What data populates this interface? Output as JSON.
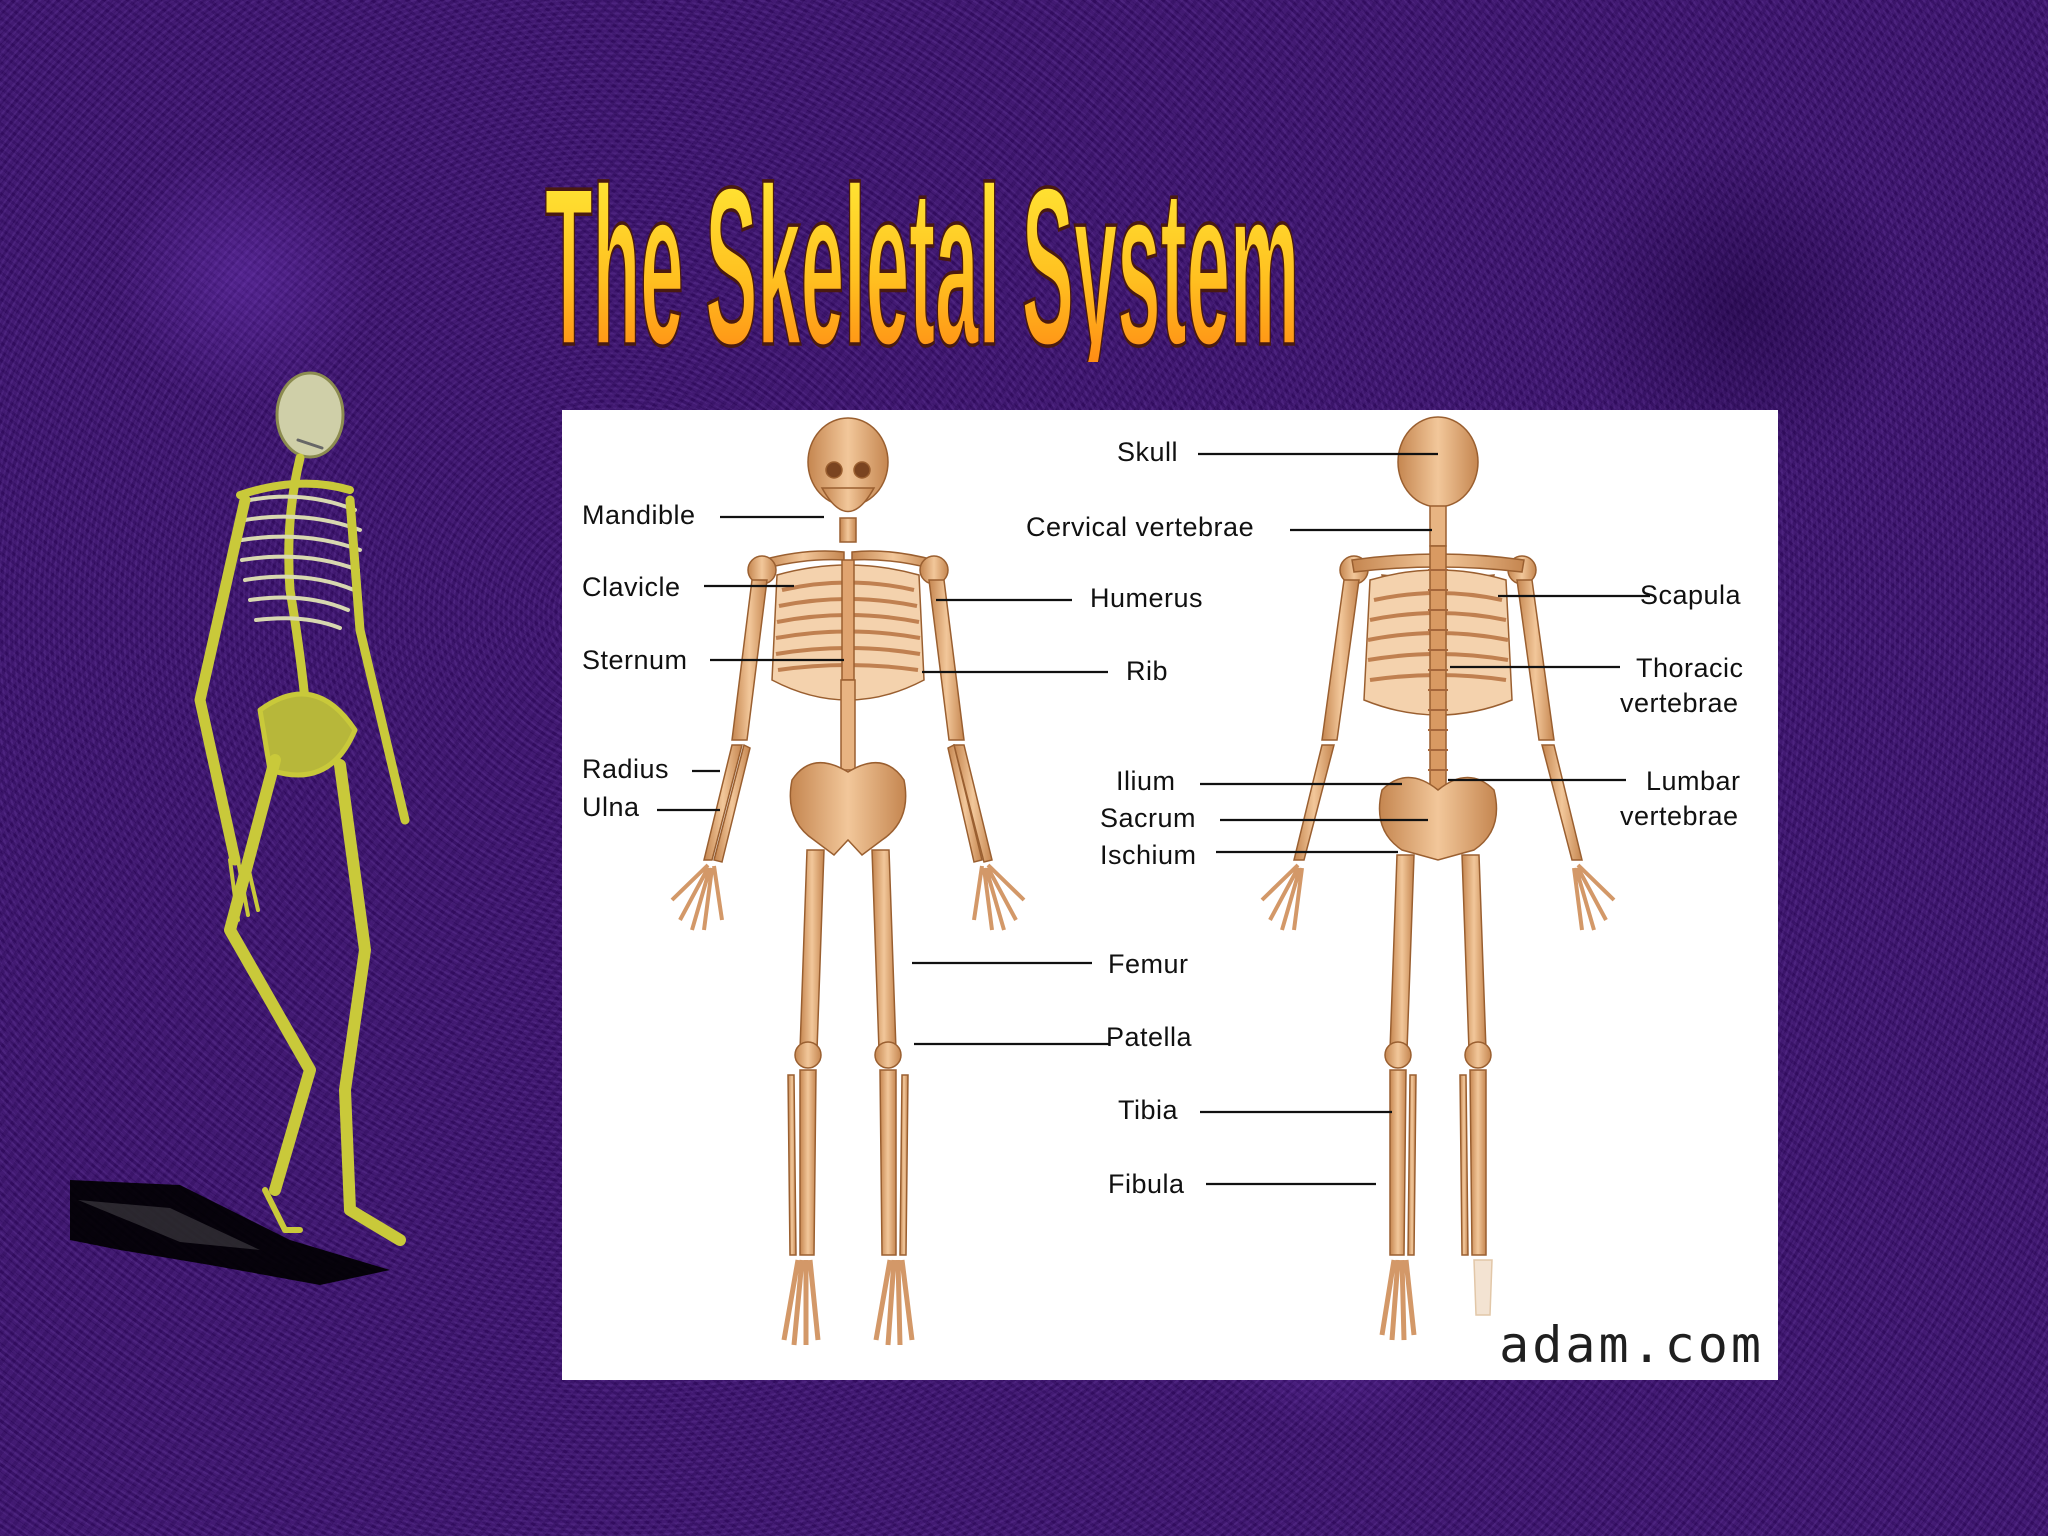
{
  "title": "The Skeletal System",
  "diagram": {
    "labels": {
      "mandible": "Mandible",
      "clavicle": "Clavicle",
      "sternum": "Sternum",
      "radius": "Radius",
      "ulna": "Ulna",
      "skull": "Skull",
      "cervical_vertebrae": "Cervical vertebrae",
      "humerus": "Humerus",
      "rib": "Rib",
      "ilium": "Ilium",
      "sacrum": "Sacrum",
      "ischium": "Ischium",
      "femur": "Femur",
      "patella": "Patella",
      "tibia": "Tibia",
      "fibula": "Fibula",
      "scapula": "Scapula",
      "thoracic_vertebrae_1": "Thoracic",
      "thoracic_vertebrae_2": "vertebrae",
      "lumbar_vertebrae_1": "Lumbar",
      "lumbar_vertebrae_2": "vertebrae"
    },
    "watermark": "adam.com"
  },
  "colors": {
    "background": "#3c0f73",
    "title_top": "#fff23a",
    "title_bottom": "#ff8a12",
    "bone": "#dca06a",
    "walking_skeleton": "#c9c93a"
  }
}
